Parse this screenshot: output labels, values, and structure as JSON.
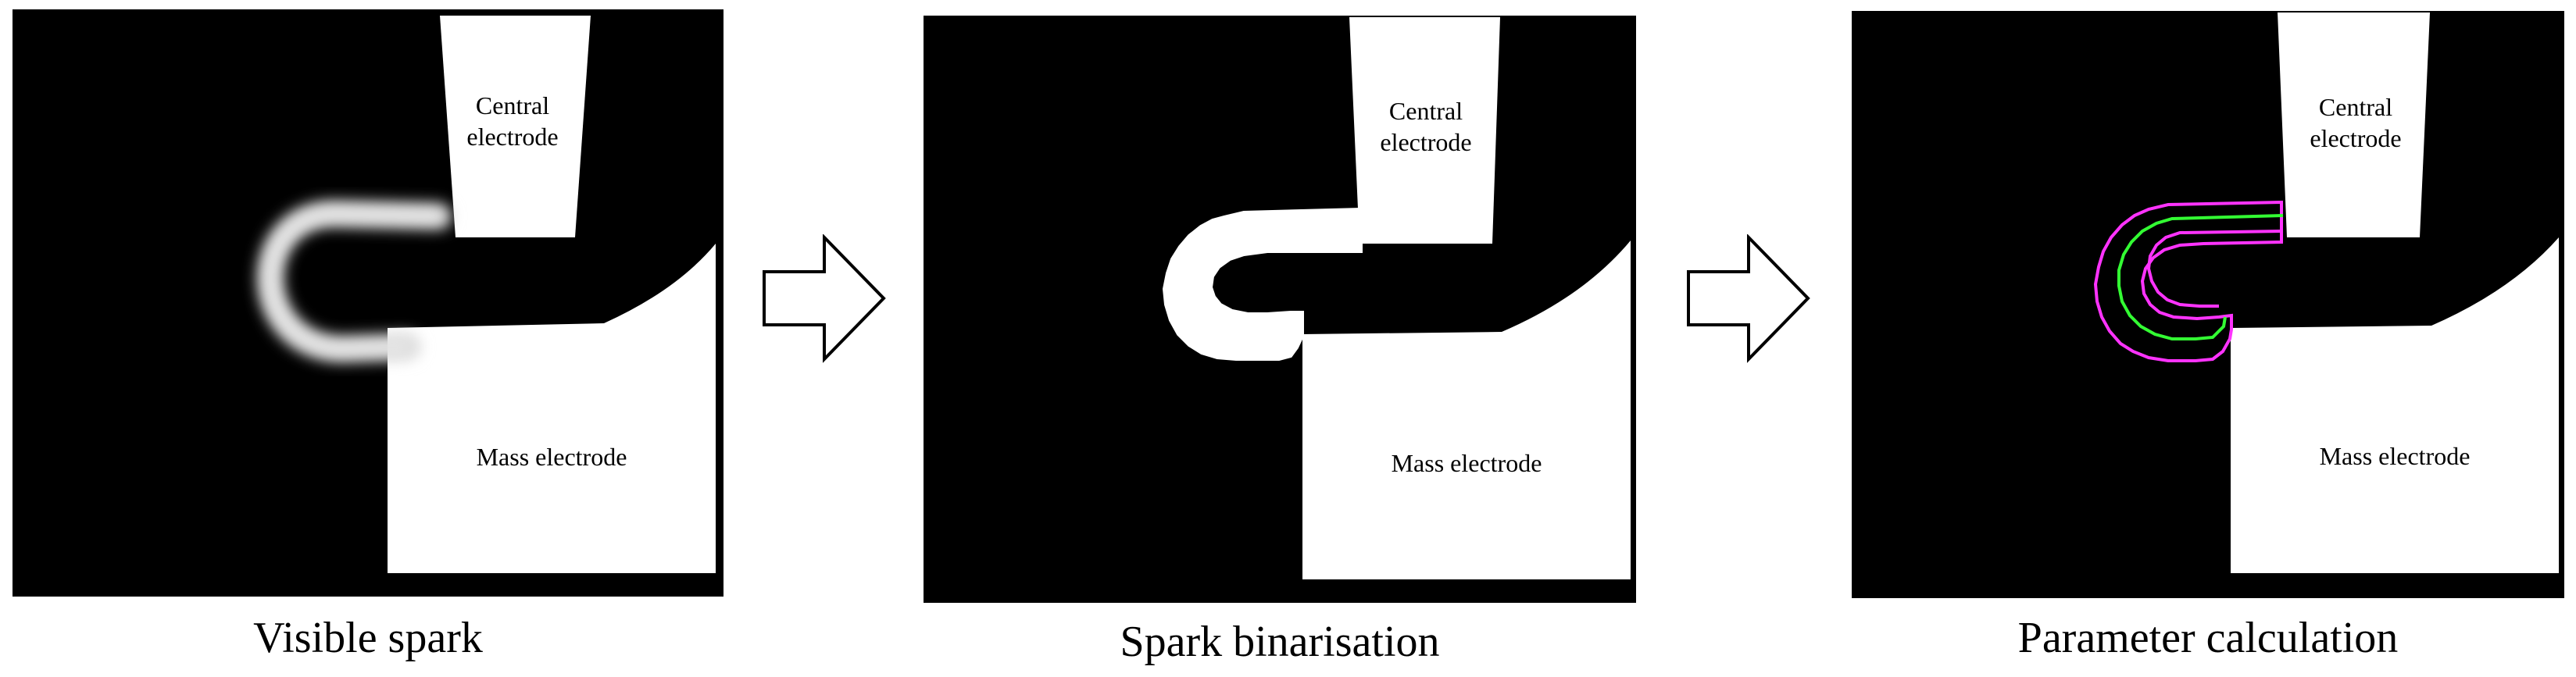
{
  "panels": [
    {
      "caption": "Visible spark",
      "central_label": "Central\nelectrode",
      "mass_label": "Mass electrode"
    },
    {
      "caption": "Spark binarisation",
      "central_label": "Central\nelectrode",
      "mass_label": "Mass electrode"
    },
    {
      "caption": "Parameter calculation",
      "central_label": "Central\nelectrode",
      "mass_label": "Mass electrode"
    }
  ],
  "colors": {
    "background": "#000000",
    "electrode": "#ffffff",
    "spark_glow": "#d8d8d8",
    "outer_contour": "#ff33ff",
    "inner_contour": "#33ff33"
  }
}
